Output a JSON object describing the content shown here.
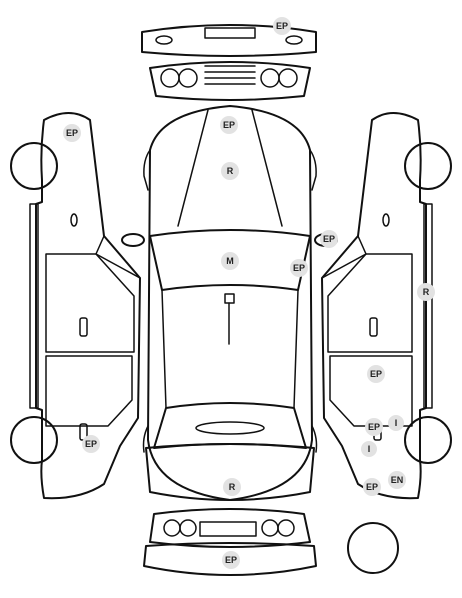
{
  "colors": {
    "line": "#111111",
    "badge_fill": "#e2e2e2",
    "badge_text": "#222222",
    "background": "#ffffff"
  },
  "markers": {
    "front_bumper": "EP",
    "hood": "EP",
    "roof_front": "R",
    "left_front_fender": "EP",
    "left_rear_fender": "EP",
    "right_mirror": "EP",
    "windshield": "M",
    "right_a_pillar": "EP",
    "right_side_roof": "R",
    "right_rear_door": "EP",
    "right_rear_quarter": "EP",
    "right_rear_wheel_i1": "I",
    "right_rear_wheel_i2": "I",
    "trunk": "R",
    "right_tail": "EP",
    "right_rear_tire": "EN",
    "rear_bumper": "EP"
  }
}
